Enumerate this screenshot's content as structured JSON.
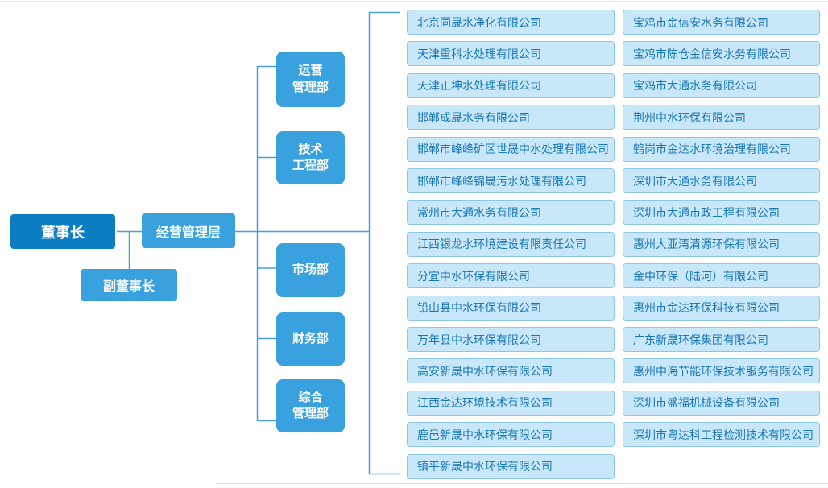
{
  "org": {
    "chairman": "董事长",
    "vice_chairman": "副董事长",
    "management": "经营管理层",
    "departments": [
      "运营\n管理部",
      "技术\n工程部",
      "市场部",
      "财务部",
      "综合\n管理部"
    ],
    "subsidiaries_col1": [
      "北京同晟水净化有限公司",
      "天津重科水处理有限公司",
      "天津正坤水处理有限公司",
      "邯郸成晟水务有限公司",
      "邯郸市峰峰矿区世晟中水处理有限公司",
      "邯郸市峰峰锦晟污水处理有限公司",
      "常州市大通水务有限公司",
      "江西银龙水环境建设有限责任公司",
      "分宜中水环保有限公司",
      "铅山县中水环保有限公司",
      "万年县中水环保有限公司",
      "高安新晟中水环保有限公司",
      "江西金达环境技术有限公司",
      "鹿邑新晟中水环保有限公司",
      "镇平新晟中水环保有限公司"
    ],
    "subsidiaries_col2": [
      "宝鸡市金信安水务有限公司",
      "宝鸡市陈仓金信安水务有限公司",
      "宝鸡市大通水务有限公司",
      "荆州中水环保有限公司",
      "鹤岗市金达水环境治理有限公司",
      "深圳市大通水务有限公司",
      "深圳市大通市政工程有限公司",
      "惠州大亚湾清源环保有限公司",
      "金中环保（陆河）有限公司",
      "惠州市金达环保科技有限公司",
      "广东新晟环保集团有限公司",
      "惠州中海节能环保技术服务有限公司",
      "深圳市盛福机械设备有限公司",
      "深圳市粤达科工程检测技术有限公司"
    ]
  },
  "colors": {
    "chairman_fill": "#0d7dc1",
    "mid_blue_fill": "#39a1dd",
    "company_fill": "#c8e7f8",
    "company_border": "#8bc7e9",
    "company_text": "#1a78b8",
    "connector": "#4a9fd7"
  }
}
